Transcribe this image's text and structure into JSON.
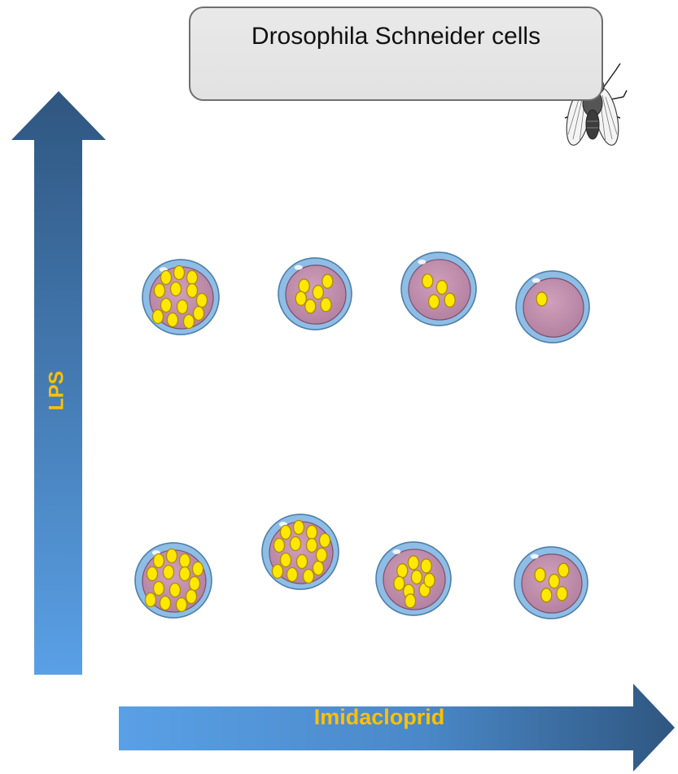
{
  "title": "Drosophila Schneider cells",
  "axes": {
    "x_label": "Imidacloprid",
    "y_label": "LPS"
  },
  "icons": [
    "fly-icon",
    "arrow-up-icon",
    "arrow-right-icon"
  ],
  "colors": {
    "arrow_dark": "#2f5680",
    "arrow_light": "#5aa0e6",
    "label": "#ffc000",
    "cell_fill": "#c391ad",
    "cell_rim": "#8ebde6",
    "granule": "#ffe800"
  },
  "rows": [
    {
      "condition": "upper",
      "cells": [
        {
          "granules": 13
        },
        {
          "granules": 6
        },
        {
          "granules": 4
        },
        {
          "granules": 1
        }
      ]
    },
    {
      "condition": "lower",
      "cells": [
        {
          "granules": 14
        },
        {
          "granules": 14
        },
        {
          "granules": 9
        },
        {
          "granules": 5
        }
      ]
    }
  ]
}
